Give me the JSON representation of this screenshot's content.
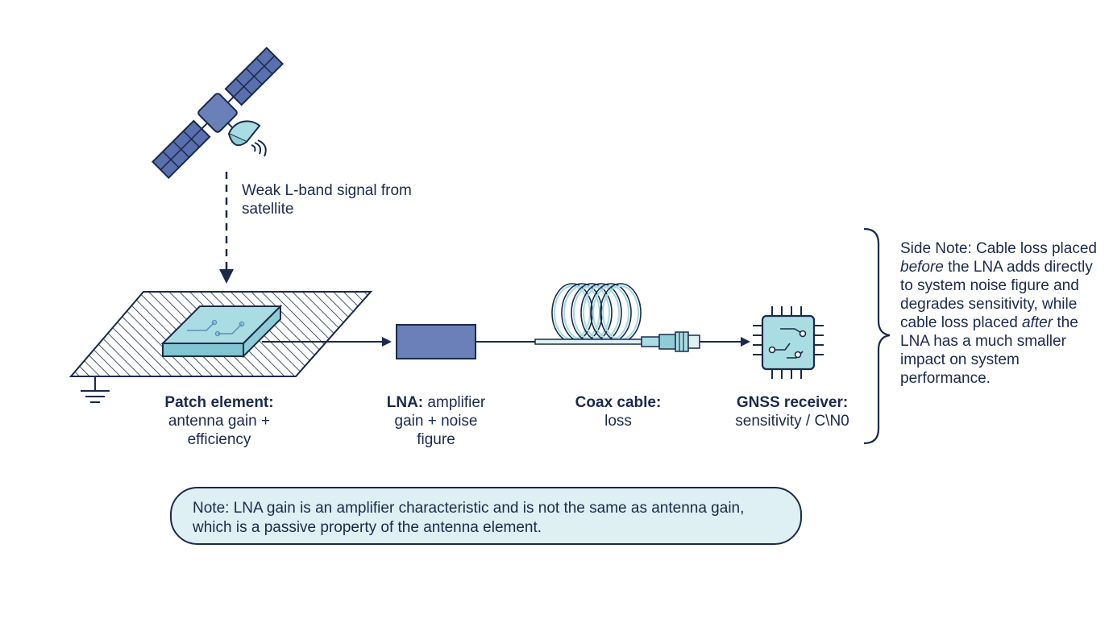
{
  "signal_label": "Weak L-band signal from satellite",
  "blocks": {
    "patch": {
      "title": "Patch element:",
      "desc": "antenna gain + efficiency"
    },
    "lna": {
      "title": "LNA:",
      "desc": "amplifier gain + noise figure"
    },
    "coax": {
      "title": "Coax cable:",
      "desc": "loss"
    },
    "receiver": {
      "title": "GNSS receiver:",
      "desc": "sensitivity / C\\N0"
    }
  },
  "side_note": {
    "part1": "Side Note: Cable loss placed ",
    "em1": "before",
    "part2": " the LNA adds directly to system noise figure and degrades sensitivity, while cable loss placed ",
    "em2": "after",
    "part3": " the LNA has a much smaller impact on system performance."
  },
  "note": "Note: LNA gain is an amplifier characteristic and is not the same as antenna gain, which is a passive property of the antenna element.",
  "colors": {
    "ink": "#1b2a4a",
    "panel_blue": "#5a6fae",
    "teal_light": "#a9dde3",
    "note_fill": "#dff0f4"
  }
}
